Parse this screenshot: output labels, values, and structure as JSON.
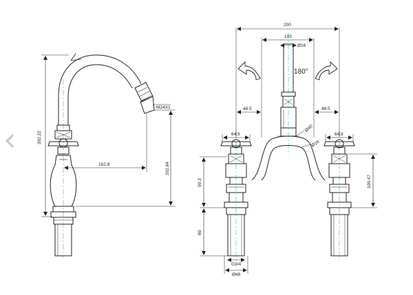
{
  "navigation": {
    "prev_icon": "chevron-left-icon"
  },
  "side_view": {
    "dim_overall_height": "302.22",
    "dim_reach": "162.8",
    "dim_spout_height": "202.84",
    "dim_thread": "M24X1"
  },
  "front_view": {
    "dim_total_width": "200",
    "dim_centres": "103",
    "dim_spout_dia": "Ø16",
    "rotation_label": "180°",
    "dim_offset_left": "48.5",
    "dim_offset_right": "48.5",
    "dim_body_dia": "Ø40",
    "dim_bridge_dia": "Ø16",
    "dim_handle_left": "64.9",
    "dim_handle_right": "64.9",
    "dim_valve_height_left": "99.3",
    "dim_valve_height_right": "109.47",
    "dim_tail_length": "80",
    "dim_tail_thread": "G3/4",
    "dim_base_dia": "Ø48"
  },
  "colors": {
    "line": "#222222",
    "centerline": "#4fc3d1",
    "arrow_fill": "#ffffff",
    "nav": "#c9c9c9"
  }
}
